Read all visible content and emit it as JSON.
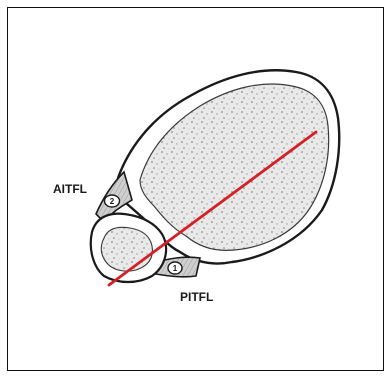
{
  "labels": {
    "aitfl": "AITFL",
    "pitfl": "PITFL",
    "marker_anterior": "2",
    "marker_posterior": "1"
  },
  "colors": {
    "axis_line": "#d42027",
    "outline": "#1a1a1a",
    "bone_fill": "#e8e8e8",
    "cortex_fill": "#ffffff",
    "ligament_fill": "#bdbdbd",
    "frame": "#111111"
  }
}
